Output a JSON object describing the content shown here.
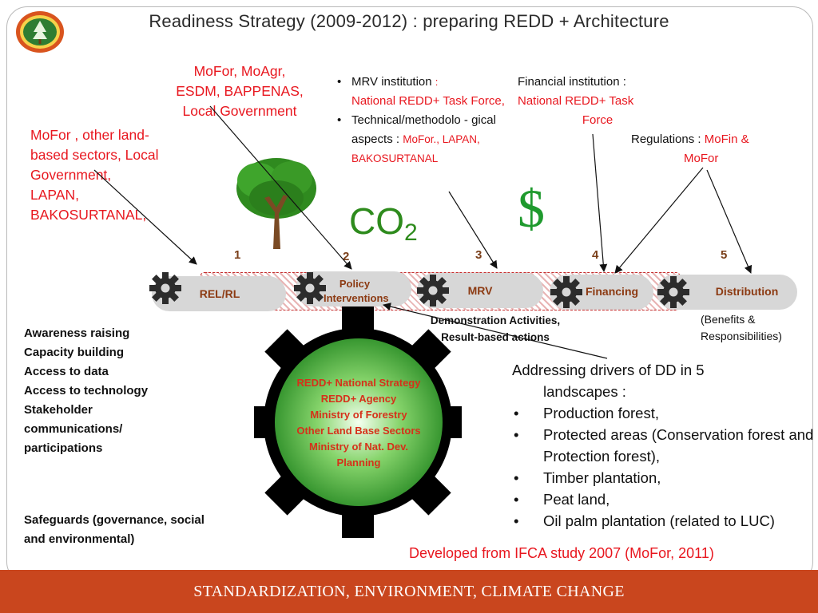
{
  "title": "Readiness  Strategy  (2009-2012)  :  preparing REDD + Architecture",
  "annotations": {
    "mofor_moagr": [
      "MoFor,  MoAgr,",
      "ESDM, BAPPENAS,",
      "Local Government"
    ],
    "mofor_land": [
      "MoFor , other land-",
      "based sectors, Local",
      "Government,",
      "LAPAN,",
      "BAKOSURTANAL,"
    ],
    "mrv_item1_a": "MRV institution ",
    "mrv_item1_colon": ":",
    "mrv_item1_b": "National REDD+ Task Force,",
    "mrv_item2_a": "Technical/methodolo - gical  aspects : ",
    "mrv_item2_b": "MoFor., LAPAN, BAKOSURTANAL",
    "financial_a": "Financial institution  :",
    "financial_b": "National REDD+ Task",
    "financial_c": "Force",
    "regulations_a": "Regulations :  ",
    "regulations_b": "MoFin  &",
    "regulations_c": "MoFor"
  },
  "symbols": {
    "co2": "CO",
    "co2_sub": "2",
    "dollar": "$"
  },
  "stages": [
    {
      "number": "1",
      "label": "REL/RL"
    },
    {
      "number": "2",
      "label": "Policy Interventions"
    },
    {
      "number": "3",
      "label": "MRV"
    },
    {
      "number": "4",
      "label": "Financing"
    },
    {
      "number": "5",
      "label": "Distribution"
    }
  ],
  "demonstration": [
    "Demonstration Activities,",
    "Result-based actions"
  ],
  "benefits": [
    "(Benefits  &",
    "Responsibilities)"
  ],
  "left_list": [
    "Awareness raising",
    "Capacity building",
    "Access to data",
    "Access to technology",
    "Stakeholder",
    "communications/",
    "participations"
  ],
  "safeguards": [
    "Safeguards  (governance,  social",
    "and environmental)"
  ],
  "core": [
    "REDD+  National Strategy",
    "REDD+ Agency",
    "Ministry of Forestry",
    "Other Land Base Sectors",
    "Ministry of  Nat. Dev.",
    "Planning"
  ],
  "drivers": {
    "heading_1": "Addressing drivers of DD  in 5",
    "heading_2": "landscapes :",
    "items": [
      "Production forest,",
      "Protected areas (Conservation forest and Protection forest),",
      "Timber plantation,",
      "Peat land,",
      "Oil palm plantation (related to LUC)"
    ]
  },
  "developed": "Developed  from   IFCA study  2007  (MoFor, 2011)",
  "footer": "STANDARDIZATION, ENVIRONMENT, CLIMATE CHANGE",
  "colors": {
    "accent_red": "#e8171f",
    "footer": "#c9461e",
    "green": "#2e8b1d",
    "stage_text": "#8c3a12"
  }
}
